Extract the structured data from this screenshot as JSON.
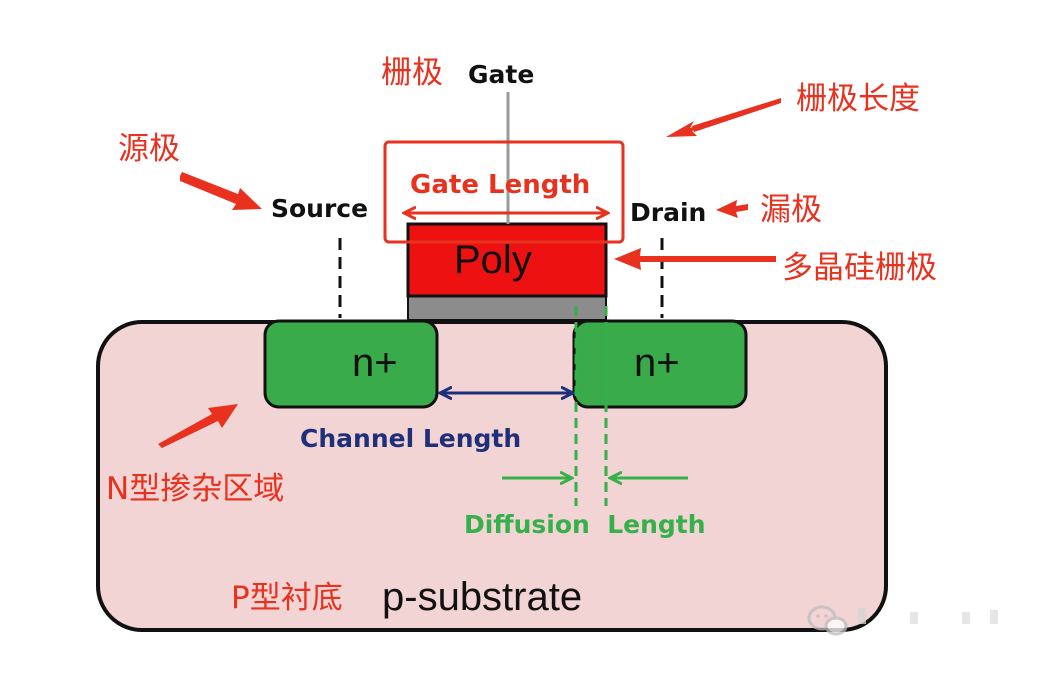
{
  "labels": {
    "gate_cn": "栅极",
    "gate_en": "Gate",
    "gate_length_cn": "栅极长度",
    "source_cn": "源极",
    "source_en": "Source",
    "gate_length_en": "Gate Length",
    "drain_en": "Drain",
    "drain_cn": "漏极",
    "poly": "Poly",
    "poly_gate_cn": "多晶硅栅极",
    "n_plus_left": "n+",
    "n_plus_right": "n+",
    "channel_length": "Channel Length",
    "n_doped_region_cn": "N型掺杂区域",
    "diffusion_length": "Diffusion  Length",
    "p_substrate_cn": "P型衬底",
    "p_substrate_en": "p-substrate"
  },
  "colors": {
    "annotation_red": "#e8321f",
    "poly_red": "#ee1111",
    "oxide_gray": "#8c8c8c",
    "n_plus_green": "#3aab4a",
    "substrate_pink": "#f1d4d3",
    "channel_navy": "#1f2f7a",
    "diffusion_green": "#35b04a"
  },
  "icons": {
    "watermark": "wechat-watermark-icon"
  }
}
